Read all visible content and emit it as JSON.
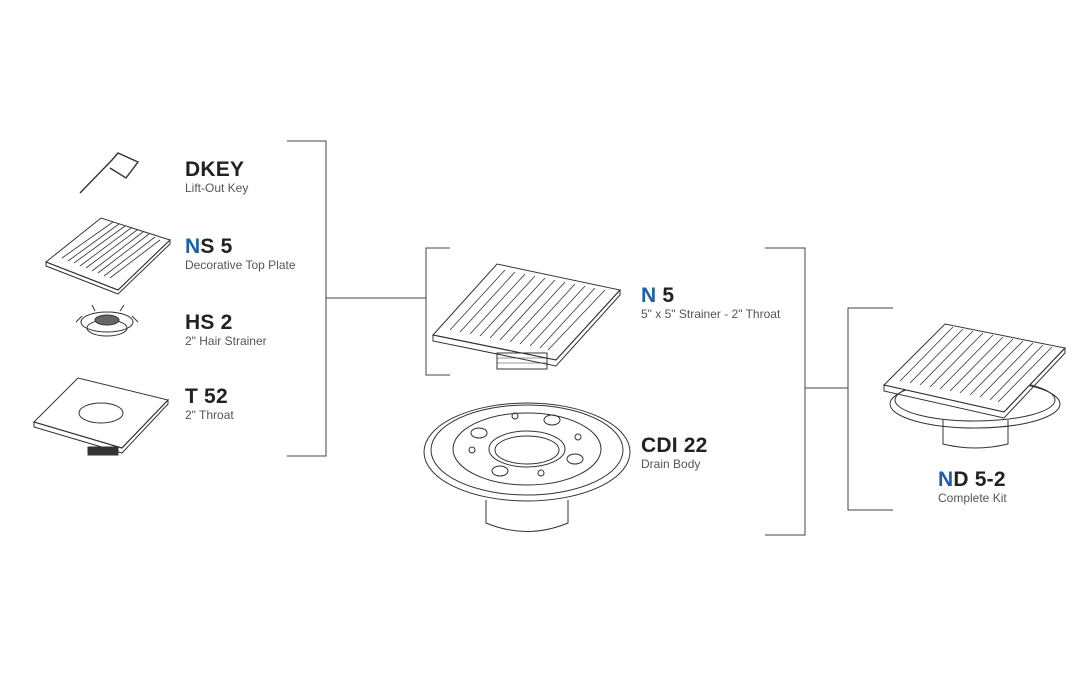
{
  "accent_color": "#1c5fa8",
  "parts": [
    {
      "code_hl": "",
      "code_rest": "DKEY",
      "desc": "Lift-Out Key",
      "icon": "lift-out-key"
    },
    {
      "code_hl": "N",
      "code_rest": "S 5",
      "desc": "Decorative Top Plate",
      "icon": "top-plate"
    },
    {
      "code_hl": "",
      "code_rest": "HS 2",
      "desc": "2\" Hair Strainer",
      "icon": "hair-strainer"
    },
    {
      "code_hl": "",
      "code_rest": "T 52",
      "desc": "2\" Throat",
      "icon": "throat"
    }
  ],
  "assemblies": [
    {
      "code_hl": "N",
      "code_rest": " 5",
      "desc": "5\" x 5\" Strainer - 2\" Throat",
      "icon": "strainer"
    },
    {
      "code_hl": "",
      "code_rest": "CDI 22",
      "desc": "Drain Body",
      "icon": "drain-body"
    }
  ],
  "kit": {
    "code_hl": "N",
    "code_rest": "D 5-2",
    "desc": "Complete Kit",
    "icon": "complete-kit"
  }
}
